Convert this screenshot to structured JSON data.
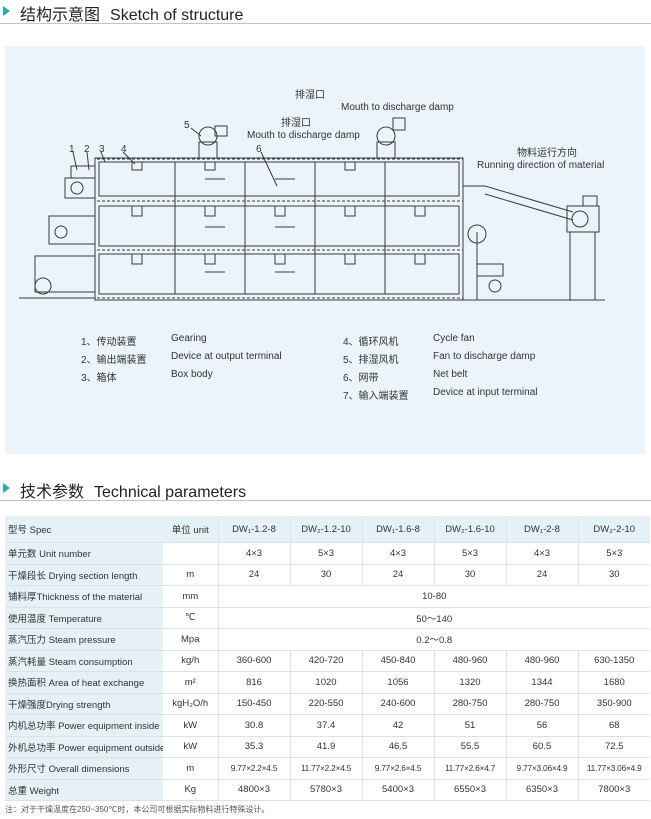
{
  "section1": {
    "title_cn": "结构示意图",
    "title_en": "Sketch of structure"
  },
  "diagram": {
    "damp_left_cn": "排湿口",
    "damp_left_en": "Mouth to discharge damp",
    "damp_right_cn": "排湿口",
    "damp_right_en": "Mouth to discharge damp",
    "direction_cn": "物料运行方向",
    "direction_en": "Running direction of material",
    "callouts": [
      "1",
      "2",
      "3",
      "4",
      "5",
      "6"
    ]
  },
  "legend": [
    {
      "cn": "1、传动装置",
      "en": "Gearing"
    },
    {
      "cn": "2、输出端装置",
      "en": "Device at output terminal"
    },
    {
      "cn": "3、箱体",
      "en": "Box body"
    },
    {
      "cn": "4、循环风机",
      "en": "Cycle fan"
    },
    {
      "cn": "5、排湿风机",
      "en": "Fan to discharge damp"
    },
    {
      "cn": "6、网带",
      "en": "Net belt"
    },
    {
      "cn": "7、输入端装置",
      "en": "Device at input terminal"
    }
  ],
  "section2": {
    "title_cn": "技术参数",
    "title_en": "Technical parameters"
  },
  "table": {
    "header": {
      "spec": "型号 Spec",
      "unit": "单位 unit",
      "models": [
        "DW₁-1.2-8",
        "DW₂-1.2-10",
        "DW₁-1.6-8",
        "DW₂-1.6-10",
        "DW₁-2-8",
        "DW₂-2-10"
      ]
    },
    "rows": [
      {
        "spec": "单元数 Unit number",
        "unit": "",
        "values": [
          "4×3",
          "5×3",
          "4×3",
          "5×3",
          "4×3",
          "5×3"
        ]
      },
      {
        "spec": "干燥段长 Drying section length",
        "unit": "m",
        "values": [
          "24",
          "30",
          "24",
          "30",
          "24",
          "30"
        ]
      },
      {
        "spec": "铺料厚Thickness of the material",
        "unit": "mm",
        "span": "10-80"
      },
      {
        "spec": "使用温度 Temperature",
        "unit": "℃",
        "span": "50～140"
      },
      {
        "spec": "蒸汽压力 Steam pressure",
        "unit": "Mpa",
        "span": "0.2～0.8"
      },
      {
        "spec": "蒸汽耗量 Steam consumption",
        "unit": "kg/h",
        "values": [
          "360-600",
          "420-720",
          "450-840",
          "480-960",
          "480-960",
          "630-1350"
        ]
      },
      {
        "spec": "换热面积 Area of heat exchange",
        "unit": "m²",
        "values": [
          "816",
          "1020",
          "1056",
          "1320",
          "1344",
          "1680"
        ]
      },
      {
        "spec": "干燥强度Drying strength",
        "unit": "kgH₂O/h",
        "values": [
          "150-450",
          "220-550",
          "240-600",
          "280-750",
          "280-750",
          "350-900"
        ]
      },
      {
        "spec": "内机总功率 Power equipment inside",
        "unit": "kW",
        "values": [
          "30.8",
          "37.4",
          "42",
          "51",
          "56",
          "68"
        ]
      },
      {
        "spec": "外机总功率 Power equipment outside",
        "unit": "kW",
        "values": [
          "35.3",
          "41.9",
          "46.5",
          "55.5",
          "60.5",
          "72.5"
        ]
      },
      {
        "spec": "外形尺寸 Overall dimensions",
        "unit": "m",
        "values": [
          "9.77×2.2×4.5",
          "11.77×2.2×4.5",
          "9.77×2.6×4.5",
          "11.77×2.6×4.7",
          "9.77×3.06×4.9",
          "11.77×3.06×4.9"
        ]
      },
      {
        "spec": "总重 Weight",
        "unit": "Kg",
        "values": [
          "4800×3",
          "5780×3",
          "5400×3",
          "6550×3",
          "6350×3",
          "7800×3"
        ]
      }
    ]
  },
  "note": "注：对于干燥温度在250~350℃时，本公司可根据实际物料进行特殊设计。"
}
